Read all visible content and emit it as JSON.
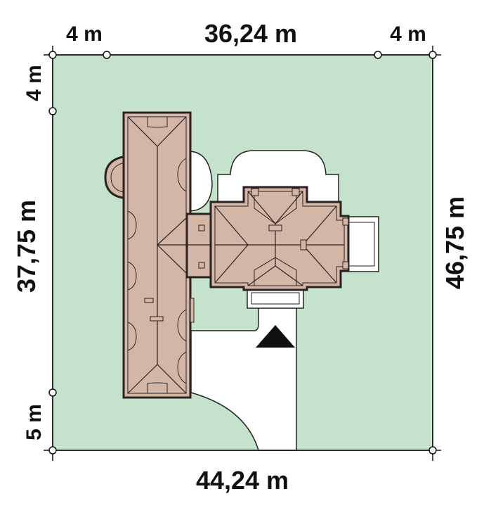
{
  "dimensions": {
    "top_left": "4 m",
    "top_center": "36,24 m",
    "top_right": "4 m",
    "left_top": "4 m",
    "left_middle": "37,75 m",
    "left_bottom": "5 m",
    "right": "46,75 m",
    "bottom": "44,24 m"
  },
  "colors": {
    "plot": "#c5e3cc",
    "roof": "#d4b6a6",
    "outline": "#2a2222",
    "white": "#ffffff"
  },
  "north_arrow": "triangle-marker-icon"
}
